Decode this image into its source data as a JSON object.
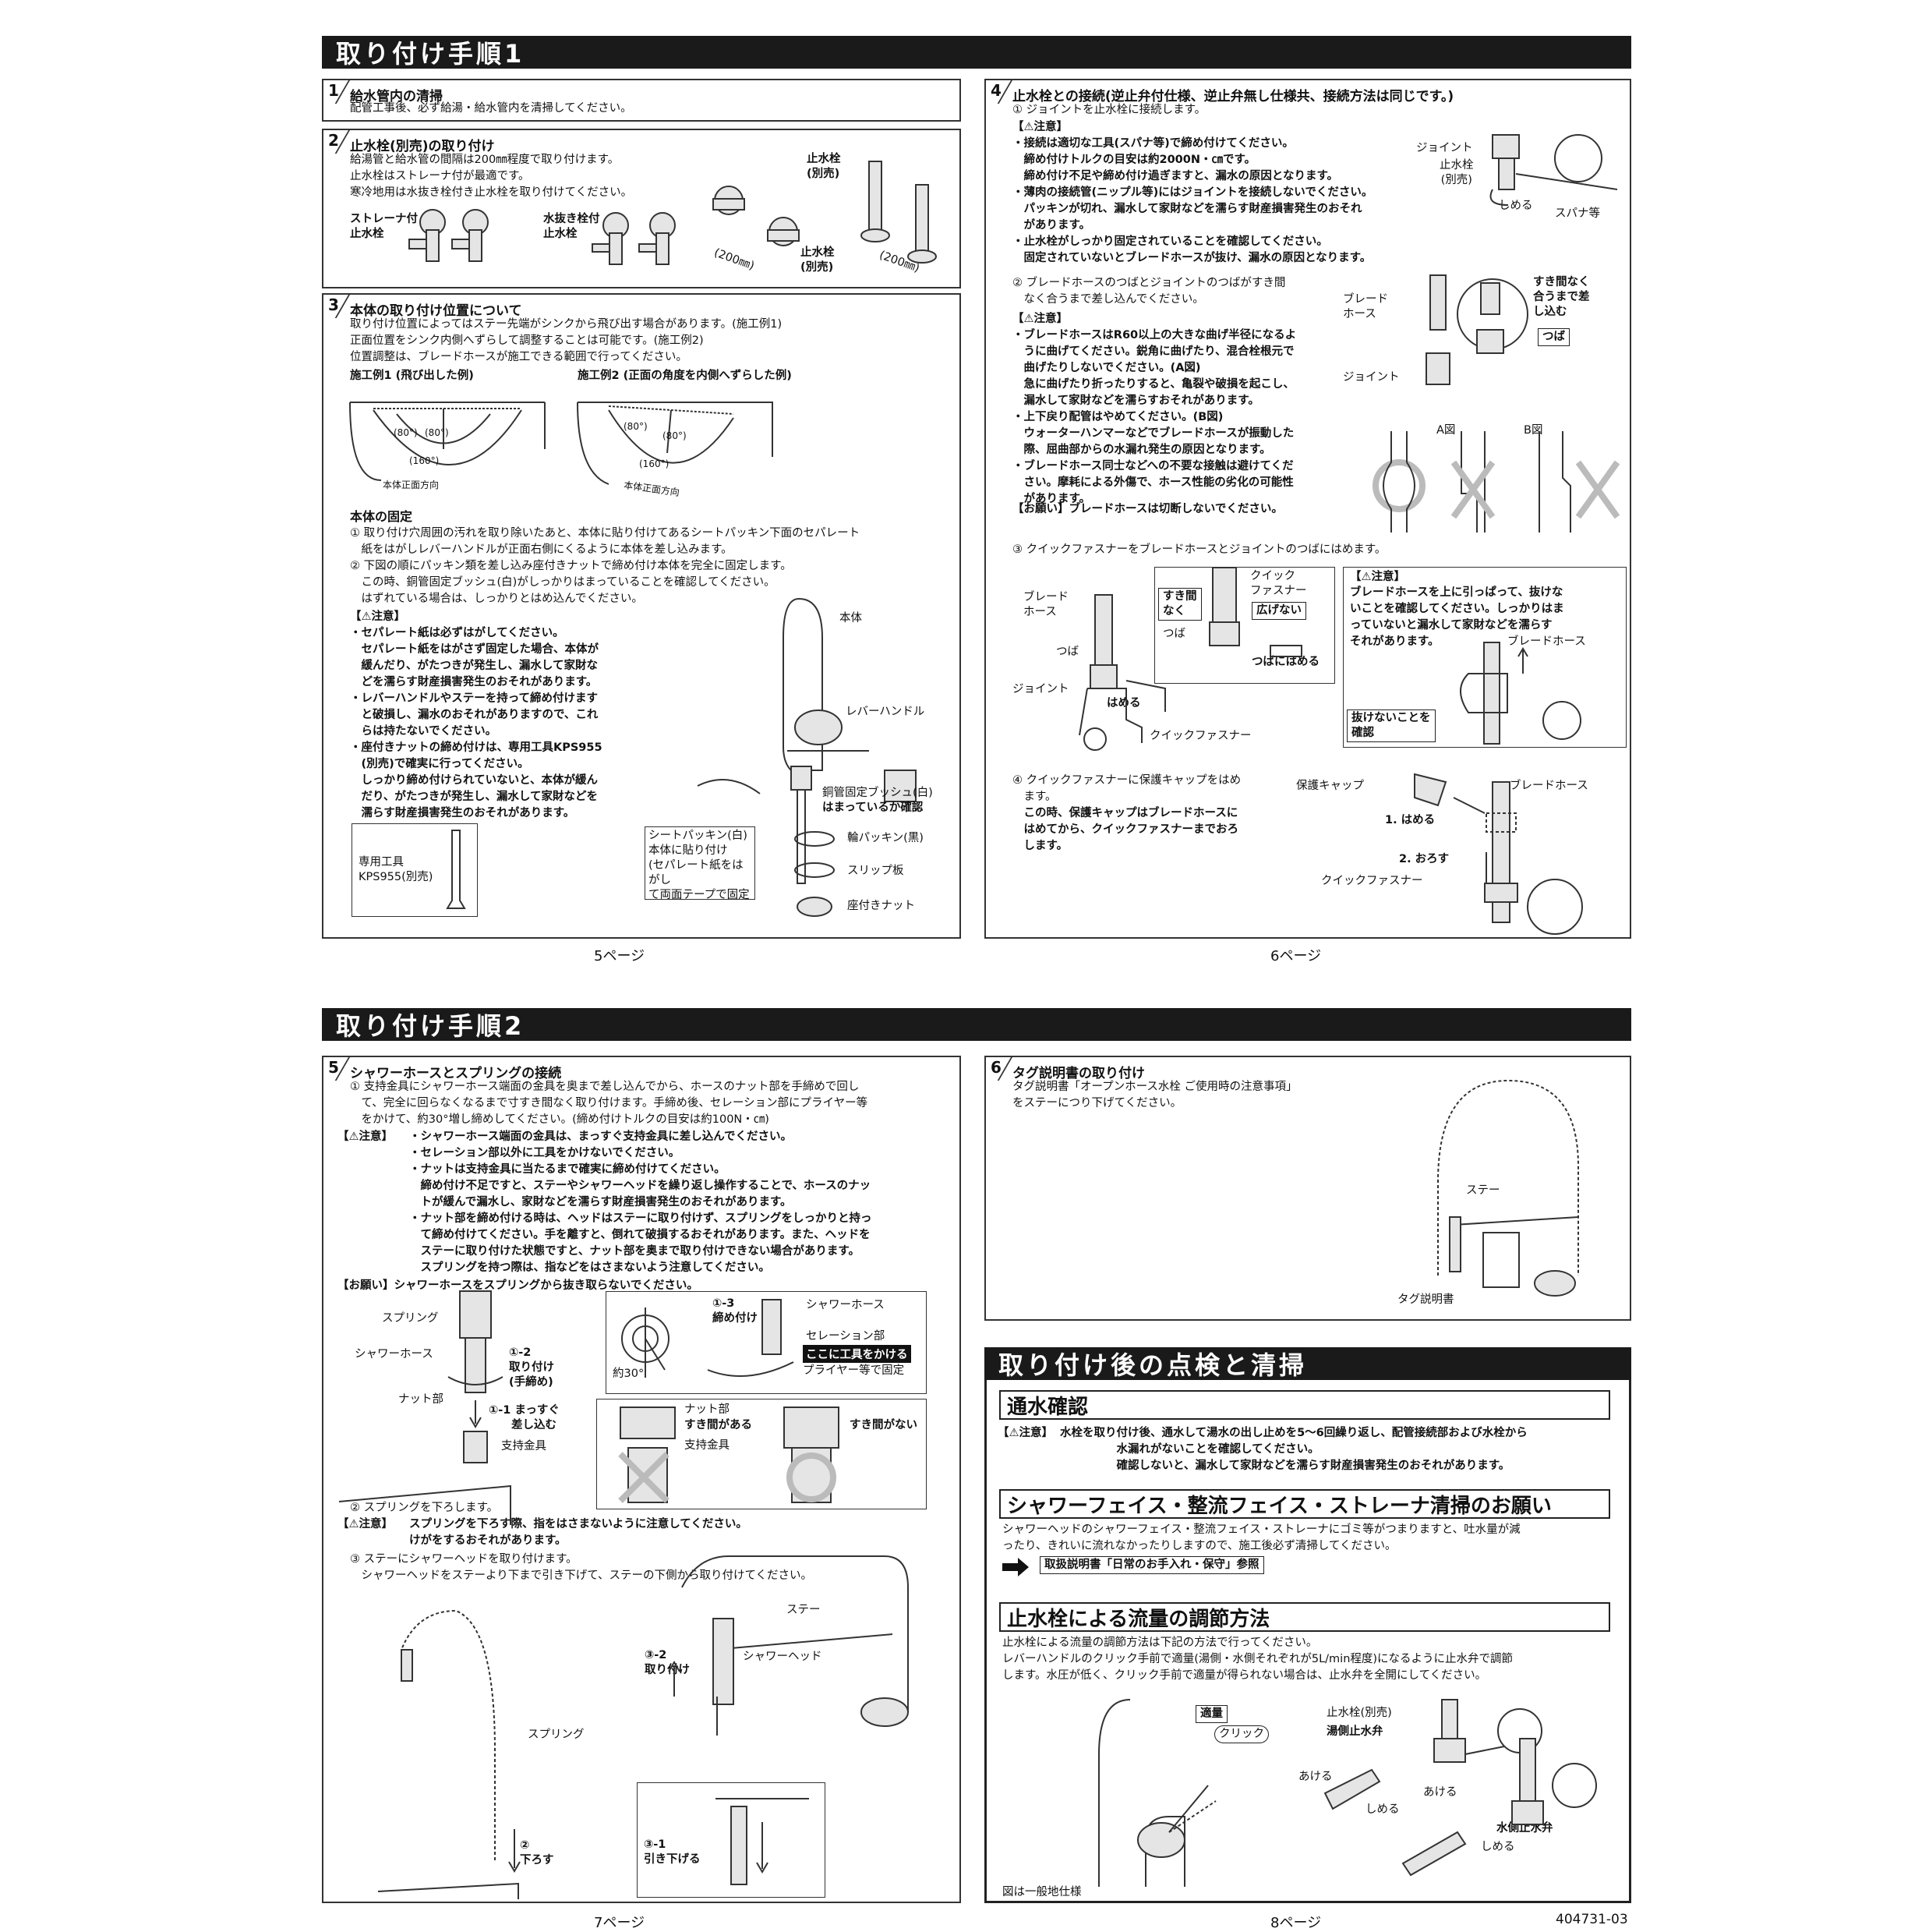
{
  "headers": {
    "h1": "取り付け手順1",
    "h2": "取り付け手順2",
    "h3": "取り付け後の点検と清掃"
  },
  "s1": {
    "num": "1",
    "title": "給水管内の清掃",
    "body": "配管工事後、必ず給湯・給水管内を清掃してください。"
  },
  "s2": {
    "num": "2",
    "title": "止水栓(別売)の取り付け",
    "body": "給湯管と給水管の間隔は200㎜程度で取り付けます。\n止水栓はストレーナ付が最適です。\n寒冷地用は水抜き栓付き止水栓を取り付けてください。",
    "lbl_strainer": "ストレーナ付\n止水栓",
    "lbl_drain": "水抜き栓付\n止水栓",
    "lbl_stop1": "止水栓\n(別売)",
    "lbl_stop2": "止水栓\n(別売)",
    "dim1": "(200㎜)",
    "dim2": "(200㎜)"
  },
  "s3": {
    "num": "3",
    "title": "本体の取り付け位置について",
    "body": "取り付け位置によってはステー先端がシンクから飛び出す場合があります。(施工例1)\n正面位置をシンク内側へずらして調整することは可能です。(施工例2)\n位置調整は、ブレードホースが施工できる範囲で行ってください。",
    "ex1": "施工例1 (飛び出した例)",
    "ex2": "施工例2 (正面の角度を内側へずらした例)",
    "a80a": "(80°)",
    "a80b": "(80°)",
    "a160a": "(160°)",
    "a80c": "(80°)",
    "a80d": "(80°)",
    "a160b": "(160°)",
    "front1": "本体正面方向",
    "front2": "本体正面方向",
    "fix_title": "本体の固定",
    "fix1": "① 取り付け穴周囲の汚れを取り除いたあと、本体に貼り付けてあるシートパッキン下面のセパレート\n　紙をはがしレバーハンドルが正面右側にくるように本体を差し込みます。",
    "fix2": "② 下図の順にパッキン類を差し込み座付きナットで締め付け本体を完全に固定します。\n　この時、銅管固定ブッシュ(白)がしっかりはまっていることを確認してください。\n　はずれている場合は、しっかりとはめ込んでください。",
    "caution_label": "【⚠注意】",
    "caution": "・セパレート紙は必ずはがしてください。\n　セパレート紙をはがさず固定した場合、本体が\n　緩んだり、がたつきが発生し、漏水して家財な\n　どを濡らす財産損害発生のおそれがあります。\n・レバーハンドルやステーを持って締め付けます\n　と破損し、漏水のおそれがありますので、これ\n　らは持たないでください。\n・座付きナットの締め付けは、専用工具KPS955\n　(別売)で確実に行ってください。\n　しっかり締め付けられていないと、本体が緩ん\n　だり、がたつきが発生し、漏水して家財などを\n　濡らす財産損害発生のおそれがあります。",
    "tool": "専用工具\nKPS955(別売)",
    "body_lbl": "本体",
    "lever": "レバーハンドル",
    "bush": "銅管固定ブッシュ(白)",
    "bush2": "はまっているか確認",
    "sheet": "シートパッキン(白)\n本体に貼り付け\n(セパレート紙をはがし\nて両面テープで固定",
    "ring": "輪パッキン(黒)",
    "slip": "スリップ板",
    "nut": "座付きナット"
  },
  "s4": {
    "num": "4",
    "title": "止水栓との接続(逆止弁付仕様、逆止弁無し仕様共、接続方法は同じです。)",
    "step1": "① ジョイントを止水栓に接続します。",
    "c1_label": "【⚠注意】",
    "c1": "・接続は適切な工具(スパナ等)で締め付けてください。\n　締め付けトルクの目安は約2000N・㎝です。\n　締め付け不足や締め付け過ぎますと、漏水の原因となります。\n・薄肉の接続管(ニップル等)にはジョイントを接続しないでください。\n　パッキンが切れ、漏水して家財などを濡らす財産損害発生のおそれ\n　があります。\n・止水栓がしっかり固定されていることを確認してください。\n　固定されていないとブレードホースが抜け、漏水の原因となります。",
    "joint": "ジョイント",
    "stop": "止水栓\n(別売)",
    "tighten": "しめる",
    "spanner": "スパナ等",
    "step2": "② ブレードホースのつばとジョイントのつばがすき間\n　なく合うまで差し込んでください。",
    "blade": "ブレード\nホース",
    "gap": "すき間なく\n合うまで差\nし込む",
    "tsuba": "つば",
    "joint2": "ジョイント",
    "c2_label": "【⚠注意】",
    "c2": "・ブレードホースはR60以上の大きな曲げ半径になるよ\n　うに曲げてください。鋭角に曲げたり、混合栓根元で\n　曲げたりしないでください。(A図)\n　急に曲げたり折ったりすると、亀裂や破損を起こし、\n　漏水して家財などを濡らすおそれがあります。\n・上下戻り配管はやめてください。(B図)\n　ウォーターハンマーなどでブレードホースが振動した\n　際、屈曲部からの水漏れ発生の原因となります。\n・ブレードホース同士などへの不要な接触は避けてくだ\n　さい。摩耗による外傷で、ホース性能の劣化の可能性\n　があります。",
    "figA": "A図",
    "figB": "B図",
    "request": "【お願い】ブレードホースは切断しないでください。",
    "step3": "③ クイックファスナーをブレードホースとジョイントのつばにはめます。",
    "blade2": "ブレード\nホース",
    "tsuba2": "つば",
    "joint3": "ジョイント",
    "hameru": "はめる",
    "qf": "クイックファスナー",
    "gap2": "すき間\nなく",
    "qf2": "クイック\nファスナー",
    "widen": "広げない",
    "tsuba3": "つば",
    "tsubahame": "つばにはめる",
    "c3_label": "【⚠注意】",
    "c3": "ブレードホースを上に引っぱって、抜けな\nいことを確認してください。しっかりはま\nっていないと漏水して家財などを濡らす\nそれがあります。",
    "blade3": "ブレードホース",
    "check": "抜けないことを\n確認",
    "step4": "④ クイックファスナーに保護キャップをはめ\n　ます。",
    "step4b": "　この時、保護キャップはブレードホースに\n　はめてから、クイックファスナーまでおろ\n　します。",
    "cap": "保護キャップ",
    "blade4": "ブレードホース",
    "fit": "1. はめる",
    "lower": "2. おろす",
    "qf3": "クイックファスナー"
  },
  "s5": {
    "num": "5",
    "title": "シャワーホースとスプリングの接続",
    "step1": "① 支持金具にシャワーホース端面の金具を奥まで差し込んでから、ホースのナット部を手締めで回し\n　て、完全に回らなくなるまで寸すき間なく取り付けます。手締め後、セレーション部にプライヤー等\n　をかけて、約30°増し締めしてください。(締め付けトルクの目安は約100N・㎝)",
    "c_label": "【⚠注意】",
    "c": "・シャワーホース端面の金具は、まっすぐ支持金具に差し込んでください。\n・セレーション部以外に工具をかけないでください。\n・ナットは支持金具に当たるまで確実に締め付けてください。\n　締め付け不足ですと、ステーやシャワーヘッドを繰り返し操作することで、ホースのナッ\n　トが緩んで漏水し、家財などを濡らす財産損害発生のおそれがあります。\n・ナット部を締め付ける時は、ヘッドはステーに取り付けず、スプリングをしっかりと持っ\n　て締め付けてください。手を離すと、倒れて破損するおそれがあります。また、ヘッドを\n　ステーに取り付けた状態ですと、ナット部を奥まで取り付けできない場合があります。\n　スプリングを持つ際は、指などをはさまないよう注意してください。",
    "request": "【お願い】シャワーホースをスプリングから抜き取らないでください。",
    "spring": "スプリング",
    "shower": "シャワーホース",
    "nutpart": "ナット部",
    "s12": "①-2\n取り付け\n(手締め)",
    "s11": "①-1 まっすぐ\n　　差し込む",
    "support": "支持金具",
    "s13": "①-3\n締め付け",
    "shower2": "シャワーホース",
    "serration": "セレーション部",
    "tool_here": "ここに工具をかける",
    "pliers": "プライヤー等で固定",
    "deg30": "約30°",
    "nut2": "ナット部",
    "hasgap": "すき間がある",
    "support2": "支持金具",
    "nogap": "すき間がない",
    "step2": "② スプリングを下ろします。",
    "c2_label": "【⚠注意】",
    "c2": "スプリングを下ろす際、指をはさまないように注意してください。\nけがをするおそれがあります。",
    "step3": "③ ステーにシャワーヘッドを取り付けます。\n　シャワーヘッドをステーより下まで引き下げて、ステーの下側から取り付けてください。",
    "spring2": "スプリング",
    "down": "②\n下ろす",
    "stay": "ステー",
    "head": "シャワーヘッド",
    "s32": "③-2\n取り付け",
    "s31": "③-1\n引き下げる"
  },
  "s6": {
    "num": "6",
    "title": "タグ説明書の取り付け",
    "body": "タグ説明書「オープンホース水栓 ご使用時の注意事項」\nをステーにつり下げてください。",
    "stay": "ステー",
    "tag": "タグ説明書"
  },
  "check": {
    "t1": "通水確認",
    "c_label": "【⚠注意】",
    "c1": "水栓を取り付け後、通水して湯水の出し止めを5～6回繰り返し、配管接続部および水栓から\n　　　　　水漏れがないことを確認してください。\n　　　　　確認しないと、漏水して家財などを濡らす財産損害発生のおそれがあります。",
    "t2": "シャワーフェイス・整流フェイス・ストレーナ清掃のお願い",
    "b2": "シャワーヘッドのシャワーフェイス・整流フェイス・ストレーナにゴミ等がつまりますと、吐水量が減\nったり、きれいに流れなかったりしますので、施工後必ず清掃してください。",
    "ref": "取扱説明書「日常のお手入れ・保守」参照",
    "t3": "止水栓による流量の調節方法",
    "b3": "止水栓による流量の調節方法は下記の方法で行ってください。\nレバーハンドルのクリック手前で適量(湯側・水側それぞれが5L/min程度)になるように止水弁で調節\nします。水圧が低く、クリック手前で適量が得られない場合は、止水弁を全開にしてください。",
    "tekiryo": "適量",
    "click": "クリック",
    "stop": "止水栓(別売)",
    "hot": "湯側止水弁",
    "open1": "あける",
    "close1": "しめる",
    "open2": "あける",
    "cold": "水側止水弁",
    "close2": "しめる",
    "note": "図は一般地仕様"
  },
  "pages": {
    "p5": "5ページ",
    "p6": "6ページ",
    "p7": "7ページ",
    "p8": "8ページ",
    "doc": "404731-03"
  }
}
